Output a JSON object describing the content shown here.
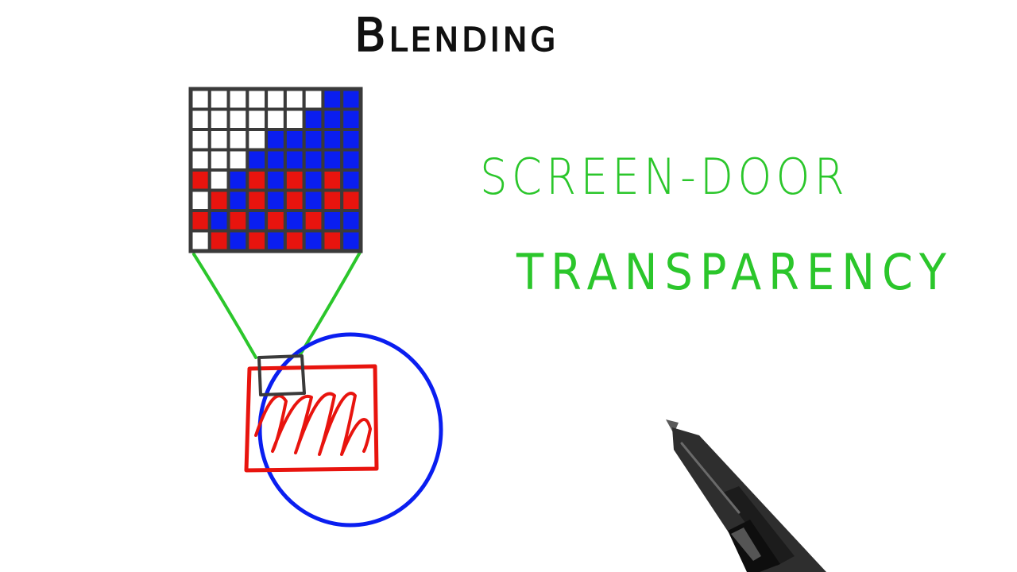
{
  "title": "Blending",
  "annotation": {
    "line1": "SCREEN-DOOR",
    "line2": "TRANSPARENCY"
  },
  "colors": {
    "ink": "#111111",
    "green": "#2bc62b",
    "red": "#e8140e",
    "blue": "#0a1ef0",
    "grid": "#3a3a3a",
    "pen": "#2e2e2e"
  },
  "grid": {
    "rows": [
      "WWWWWWWBB",
      "WWWWWWBBB",
      "WWWWBBBBB",
      "WWWBBBBBB",
      "RWBRBRBRB",
      "WRBRBRBRR",
      "RBRBRBRBB",
      "WRBRBRBRB"
    ]
  },
  "icons": [
    "grid-icon",
    "circle-icon",
    "rectangle-icon",
    "pen-icon"
  ]
}
